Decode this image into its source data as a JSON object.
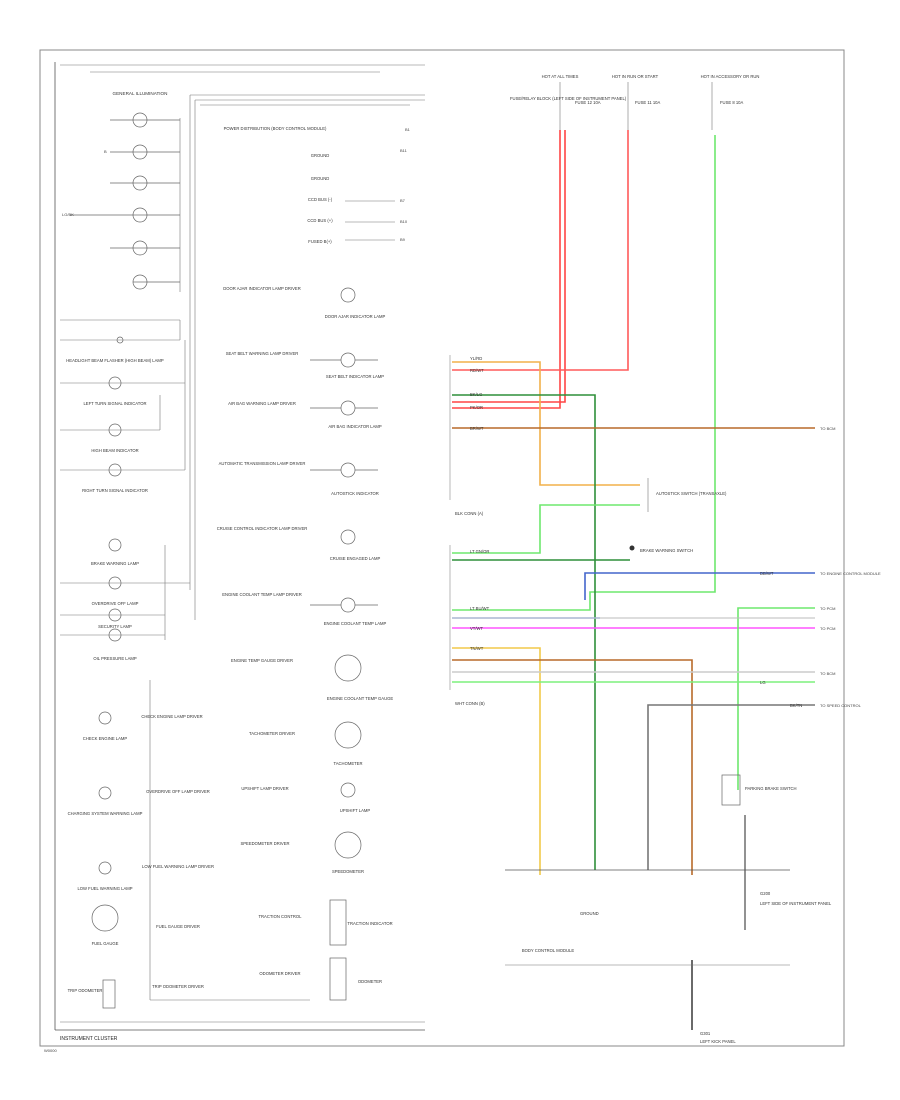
{
  "footer": {
    "cluster_label": "INSTRUMENT CLUSTER",
    "page_code": "W0000"
  },
  "cluster_components": {
    "general_illumination": "GENERAL ILLUMINATION",
    "dimmer_hints": [
      "B",
      "LG/BK"
    ],
    "left_side": [
      "HEADLIGHT BEAM FLASHER (HIGH BEAM) LAMP",
      "LEFT TURN SIGNAL INDICATOR",
      "HIGH BEAM INDICATOR",
      "RIGHT TURN SIGNAL INDICATOR",
      "OIL PRESSURE LAMP",
      "BRAKE WARNING LAMP",
      "CHECK ENGINE LAMP",
      "OVERDRIVE OFF LAMP",
      "SECURITY LAMP",
      "CHARGING SYSTEM WARNING LAMP",
      "LOW FUEL WARNING LAMP",
      "FUEL GAUGE",
      "TRIP ODOMETER"
    ],
    "drivers": [
      "CHECK ENGINE LAMP DRIVER",
      "OVERDRIVE OFF LAMP DRIVER",
      "LOW FUEL WARNING LAMP DRIVER",
      "FUEL GAUGE DRIVER",
      "TRIP ODOMETER DRIVER"
    ],
    "center_drivers": [
      "DOOR AJAR INDICATOR LAMP DRIVER",
      "SEAT BELT WARNING LAMP DRIVER",
      "AIR BAG WARNING LAMP DRIVER",
      "AUTOMATIC TRANSMISSION LAMP DRIVER",
      "CRUISE CONTROL INDICATOR LAMP DRIVER",
      "ENGINE COOLANT TEMP LAMP DRIVER",
      "ENGINE TEMP GAUGE DRIVER",
      "TACHOMETER DRIVER",
      "UPSHIFT LAMP DRIVER",
      "SPEEDOMETER DRIVER",
      "TRACTION CONTROL",
      "ODOMETER DRIVER"
    ],
    "center_devices": [
      "DOOR AJAR INDICATOR LAMP",
      "SEAT BELT INDICATOR LAMP",
      "AIR BAG INDICATOR LAMP",
      "AUTOSTICK INDICATOR",
      "CRUISE ENGAGED LAMP",
      "ENGINE COOLANT TEMP LAMP",
      "ENGINE COOLANT TEMP GAUGE",
      "TACHOMETER",
      "UPSHIFT LAMP",
      "SPEEDOMETER",
      "TRACTION INDICATOR",
      "ODOMETER"
    ],
    "switch_inputs": [
      "POWER DISTRIBUTION (BODY CONTROL MODULE)",
      "GROUND",
      "GROUND",
      "CCD BUS (-)",
      "CCD BUS (+)",
      "FUSED B(+)"
    ],
    "switch_pins": [
      "B1",
      "B11",
      "B7",
      "B10",
      "B9"
    ]
  },
  "power_sources": [
    {
      "label": "HOT AT ALL TIMES",
      "fuse": "FUSE 12 10A"
    },
    {
      "label": "HOT IN RUN OR START",
      "fuse": "FUSE 11 10A"
    },
    {
      "label": "HOT IN ACCESSORY OR RUN",
      "fuse": "FUSE 8 10A"
    }
  ],
  "fuse_block_label": "FUSE/RELAY BLOCK (LEFT SIDE OF INSTRUMENT PANEL)",
  "connector_labels": [
    "BLK CONN (A)",
    "WHT CONN (B)"
  ],
  "wires": [
    {
      "color": "YL/RD",
      "hex": "#f2b14a"
    },
    {
      "color": "RD/WT",
      "hex": "#ff5a5a"
    },
    {
      "color": "BK/LG",
      "hex": "#2f8f3a"
    },
    {
      "color": "PK/OR",
      "hex": "#ff3a3a"
    },
    {
      "color": "BR/WT",
      "hex": "#b86a2a"
    },
    {
      "color": "LT GN/OR",
      "hex": "#6ee86e"
    },
    {
      "color": "DB/WT",
      "hex": "#4466cc"
    },
    {
      "color": "LT BU/WT",
      "hex": "#77aaff"
    },
    {
      "color": "VT/WT",
      "hex": "#ff55ff"
    },
    {
      "color": "BK/TN",
      "hex": "#666666"
    },
    {
      "color": "TN/WT",
      "hex": "#c0a060"
    },
    {
      "color": "LG",
      "hex": "#7df07d"
    }
  ],
  "components": {
    "autostick_switch": "AUTOSTICK SWITCH (TRANSAXLE)",
    "brake_warning_switch": "BRAKE WARNING SWITCH",
    "parking_brake_switch": "PARKING BRAKE SWITCH",
    "body_control_module": "BODY CONTROL MODULE",
    "ground_label": "GROUND",
    "g_label": "G200",
    "g_left": "LEFT SIDE OF INSTRUMENT PANEL",
    "ground_bottom": "G301",
    "ground_bottom_loc": "LEFT KICK PANEL"
  },
  "right_wire_labels": [
    "TO BCM",
    "TO ENGINE CONTROL MODULE",
    "TO PCM",
    "TO PCM",
    "TO BCM",
    "TO SPEED CONTROL"
  ]
}
